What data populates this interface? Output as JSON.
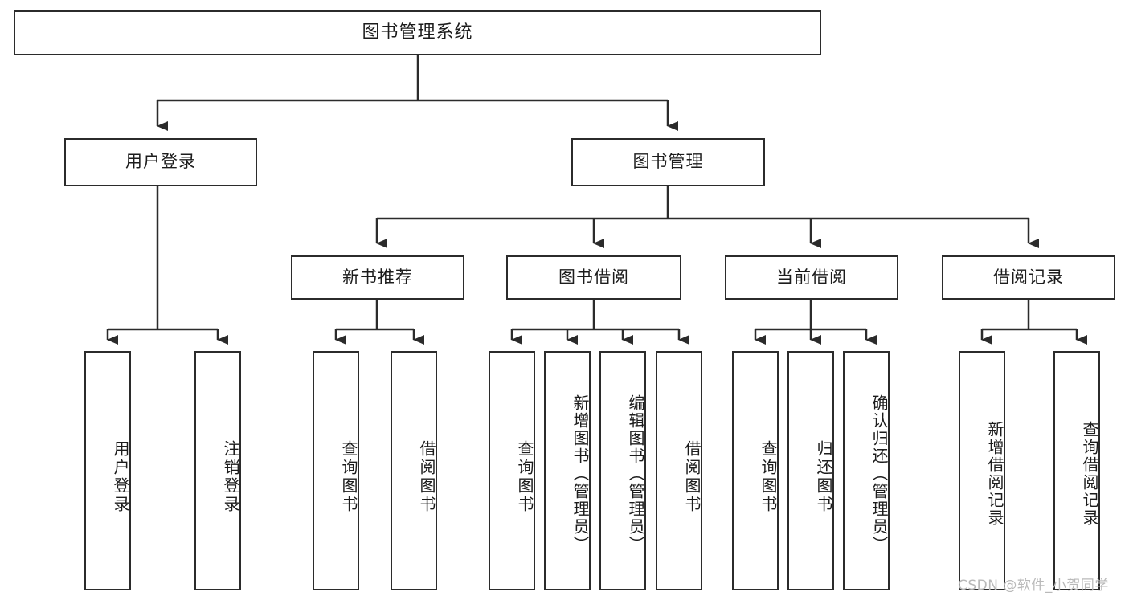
{
  "diagram": {
    "type": "tree-hierarchy",
    "title": "图书管理系统",
    "colors": {
      "background": "#ffffff",
      "stroke": "#2b2b2b",
      "text": "#1c1c1c",
      "watermark": "#b9b9b9"
    },
    "levels": {
      "root": {
        "label": "图书管理系统"
      },
      "level2": [
        {
          "label": "用户登录"
        },
        {
          "label": "图书管理"
        }
      ],
      "level3": [
        {
          "label": "新书推荐"
        },
        {
          "label": "图书借阅"
        },
        {
          "label": "当前借阅"
        },
        {
          "label": "借阅记录"
        }
      ],
      "leaves": {
        "user_login": [
          {
            "label": "用户登录"
          },
          {
            "label": "注销登录"
          }
        ],
        "new_book_recommend": [
          {
            "label": "查询图书"
          },
          {
            "label": "借阅图书"
          }
        ],
        "book_borrow": [
          {
            "label": "查询图书"
          },
          {
            "label": "新增图书（管理员）"
          },
          {
            "label": "编辑图书（管理员）"
          },
          {
            "label": "借阅图书"
          }
        ],
        "current_borrow": [
          {
            "label": "查询图书"
          },
          {
            "label": "归还图书"
          },
          {
            "label": "确认归还（管理员）"
          }
        ],
        "borrow_record": [
          {
            "label": "新增借阅记录"
          },
          {
            "label": "查询借阅记录"
          }
        ]
      }
    },
    "watermark": "CSDN @软件_小贺同学"
  }
}
